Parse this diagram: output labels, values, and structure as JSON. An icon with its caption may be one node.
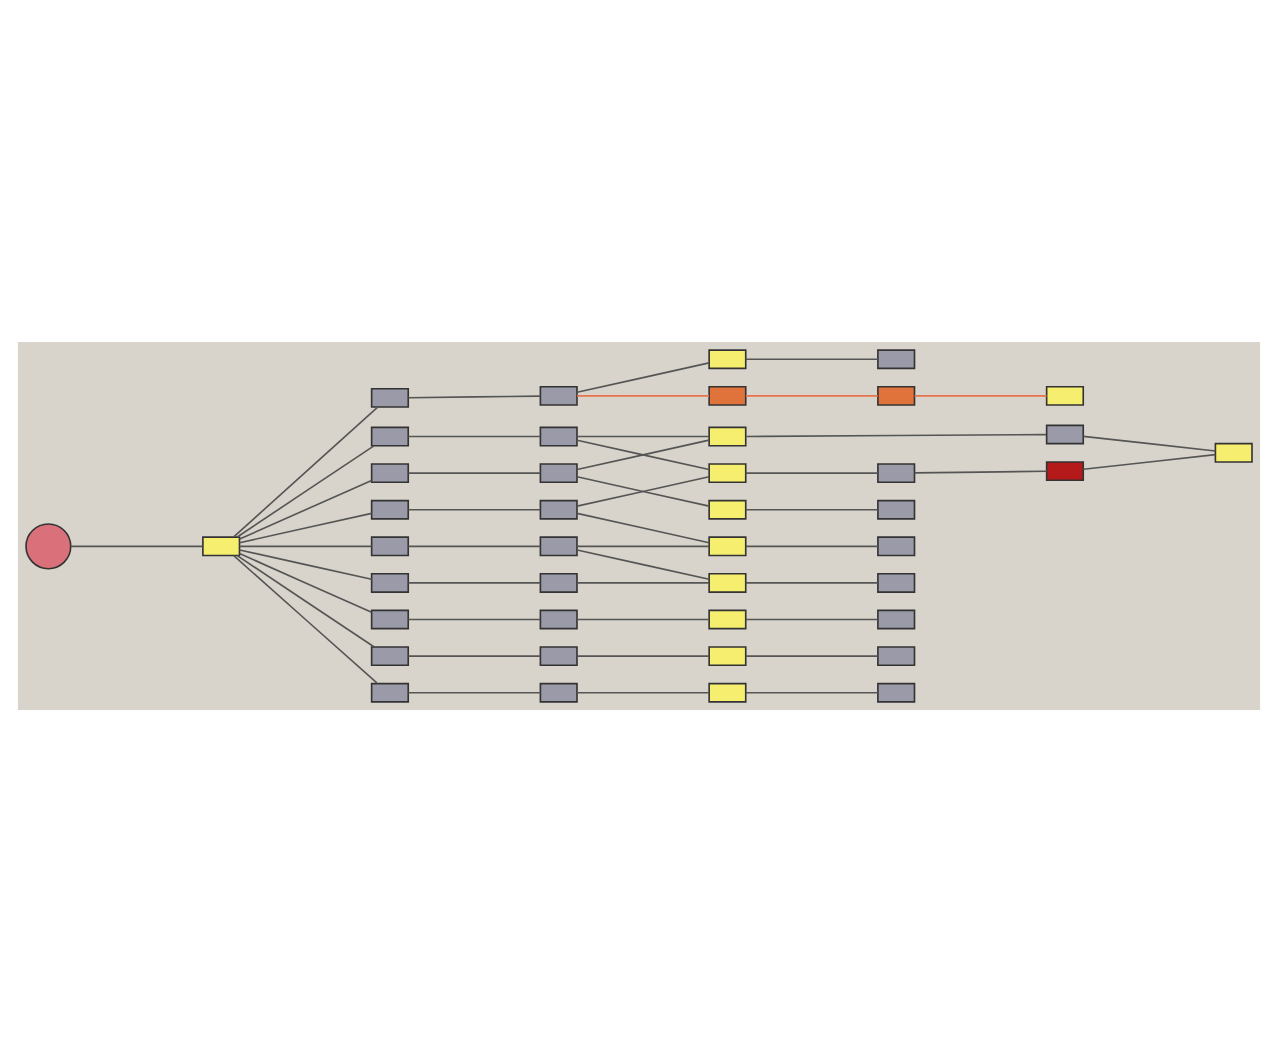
{
  "diagram": {
    "nodes": [
      {
        "text": [],
        "shape": "circle"
      },
      {
        "text": [],
        "shape": "box"
      },
      {
        "text": [],
        "shape": "box"
      },
      {
        "text": [],
        "shape": "box"
      },
      {
        "text": [],
        "shape": "box"
      },
      {
        "text": [],
        "shape": "box"
      },
      {
        "text": [],
        "shape": "box"
      },
      {
        "text": [],
        "shape": "box"
      },
      {
        "text": [],
        "shape": "box"
      },
      {
        "text": [],
        "shape": "box"
      },
      {
        "text": [],
        "shape": "box"
      },
      {
        "text": [],
        "shape": "box"
      },
      {
        "text": [],
        "shape": "box"
      },
      {
        "text": [],
        "shape": "box"
      },
      {
        "text": [],
        "shape": "box"
      },
      {
        "text": [],
        "shape": "box"
      },
      {
        "text": [],
        "shape": "box"
      },
      {
        "text": [],
        "shape": "box"
      },
      {
        "text": [],
        "shape": "box"
      },
      {
        "text": [],
        "shape": "box"
      },
      {
        "text": [],
        "shape": "box"
      },
      {
        "text": [],
        "shape": "box"
      },
      {
        "text": [],
        "shape": "box"
      },
      {
        "text": [],
        "shape": "box"
      },
      {
        "text": [],
        "shape": "box"
      },
      {
        "text": [],
        "shape": "box"
      },
      {
        "text": [],
        "shape": "box"
      },
      {
        "text": [],
        "shape": "box"
      },
      {
        "text": [],
        "shape": "box"
      },
      {
        "text": [],
        "shape": "box"
      },
      {
        "text": [],
        "shape": "box"
      },
      {
        "text": [],
        "shape": "box"
      },
      {
        "text": [],
        "shape": "box"
      },
      {
        "text": [],
        "shape": "box"
      },
      {
        "text": [],
        "shape": "box"
      },
      {
        "text": [],
        "shape": "box"
      },
      {
        "text": [],
        "shape": "box"
      },
      {
        "text": [],
        "shape": "box"
      },
      {
        "text": [],
        "shape": "box"
      },
      {
        "text": [],
        "shape": "box"
      },
      {
        "text": [],
        "shape": "box"
      },
      {
        "text": [],
        "shape": "box"
      },
      {
        "text": [],
        "shape": "box"
      }
    ],
    "edges": [
      {
        "from": 0,
        "to": 1,
        "arrow": "none"
      },
      {
        "from": 1,
        "to": 2,
        "arrow": "none"
      },
      {
        "from": 2,
        "to": 3,
        "arrow": "none"
      },
      {
        "from": 3,
        "to": 4,
        "arrow": "none"
      },
      {
        "from": 4,
        "to": 5,
        "arrow": "none"
      },
      {
        "from": 1,
        "to": 6,
        "arrow": "none"
      },
      {
        "from": 6,
        "to": 7,
        "arrow": "none"
      },
      {
        "from": 7,
        "to": 8,
        "arrow": "none"
      },
      {
        "from": 8,
        "to": 9,
        "arrow": "none"
      },
      {
        "from": 1,
        "to": 10,
        "arrow": "none"
      },
      {
        "from": 10,
        "to": 11,
        "arrow": "none"
      },
      {
        "from": 11,
        "to": 12,
        "arrow": "none"
      },
      {
        "from": 12,
        "to": 13,
        "arrow": "none"
      },
      {
        "from": 1,
        "to": 14,
        "arrow": "none"
      },
      {
        "from": 14,
        "to": 15,
        "arrow": "none"
      },
      {
        "from": 15,
        "to": 16,
        "arrow": "none"
      },
      {
        "from": 16,
        "to": 17,
        "arrow": "none"
      },
      {
        "from": 1,
        "to": 18,
        "arrow": "none"
      },
      {
        "from": 18,
        "to": 19,
        "arrow": "none"
      },
      {
        "from": 19,
        "to": 20,
        "arrow": "none"
      },
      {
        "from": 20,
        "to": 21,
        "arrow": "none"
      },
      {
        "from": 1,
        "to": 22,
        "arrow": "none"
      },
      {
        "from": 22,
        "to": 23,
        "arrow": "none"
      },
      {
        "from": 23,
        "to": 24,
        "arrow": "none"
      },
      {
        "from": 24,
        "to": 25,
        "arrow": "none"
      },
      {
        "from": 1,
        "to": 26,
        "arrow": "none"
      },
      {
        "from": 26,
        "to": 27,
        "arrow": "none"
      },
      {
        "from": 27,
        "to": 28,
        "arrow": "none"
      },
      {
        "from": 28,
        "to": 29,
        "arrow": "none"
      },
      {
        "from": 1,
        "to": 30,
        "arrow": "none"
      },
      {
        "from": 30,
        "to": 31,
        "arrow": "none"
      },
      {
        "from": 31,
        "to": 32,
        "arrow": "none"
      },
      {
        "from": 32,
        "to": 33,
        "arrow": "none"
      },
      {
        "from": 1,
        "to": 34,
        "arrow": "none"
      },
      {
        "from": 34,
        "to": 35,
        "arrow": "none"
      },
      {
        "from": 35,
        "to": 36,
        "arrow": "none"
      },
      {
        "from": 36,
        "to": 37,
        "arrow": "none"
      },
      {
        "from": 3,
        "to": 38,
        "arrow": "none",
        "color": "#e8734a"
      },
      {
        "from": 38,
        "to": 39,
        "arrow": "none",
        "color": "#e8734a"
      },
      {
        "from": 39,
        "to": 40,
        "arrow": "none",
        "color": "#e8734a"
      },
      {
        "from": 7,
        "to": 20,
        "arrow": "none"
      },
      {
        "from": 11,
        "to": 8,
        "arrow": "none"
      },
      {
        "from": 19,
        "to": 36,
        "arrow": "none"
      },
      {
        "from": 27,
        "to": 12,
        "arrow": "none"
      },
      {
        "from": 9,
        "to": 42,
        "arrow": "none"
      },
      {
        "from": 42,
        "to": 41,
        "arrow": "none"
      },
      {
        "from": 13,
        "to": 41,
        "arrow": "none"
      }
    ]
  }
}
